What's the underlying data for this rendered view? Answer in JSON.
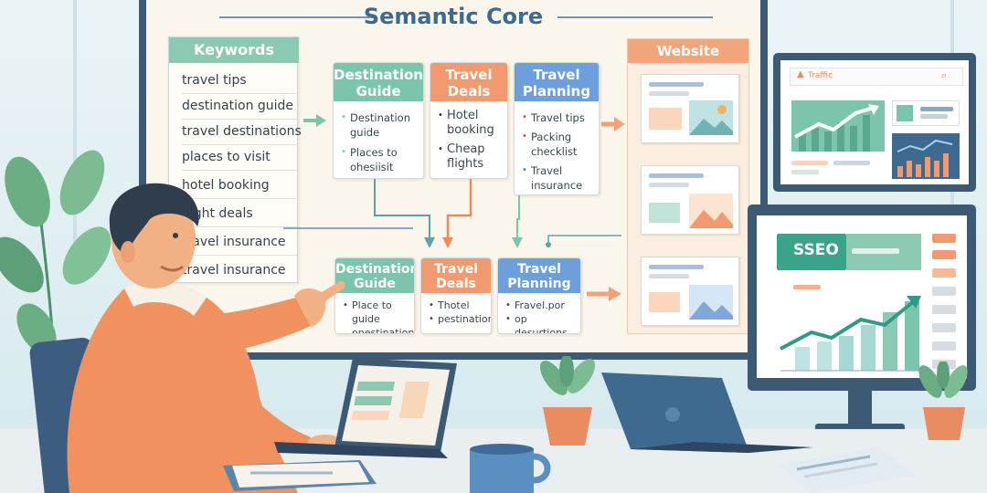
{
  "board": {
    "title": "Semantic Core",
    "keywords": {
      "heading": "Keywords",
      "items": [
        "travel tips",
        "destination guide",
        "travel destinations",
        "places to visit",
        "hotel booking",
        "flight deals",
        "travel insurance",
        "travel insurance"
      ]
    },
    "clusters_top": [
      {
        "title": "Destination Guide",
        "color": "#7cc5ad",
        "bullets": [
          "Destination guide",
          "Places to ohesiisit"
        ]
      },
      {
        "title": "Travel Deals",
        "color": "#f2996f",
        "bullets": [
          "Hotel booking",
          "Cheap flights"
        ]
      },
      {
        "title": "Travel Planning",
        "color": "#6d9fdc",
        "bullets": [
          "Travel tips",
          "Packing checklist",
          "Travel insurance"
        ]
      }
    ],
    "clusters_bottom": [
      {
        "title": "Destination Guide",
        "color": "#7cc5ad",
        "bullets": [
          "Place to guide",
          "opestinations"
        ]
      },
      {
        "title": "Travel Deals",
        "color": "#f2996f",
        "bullets": [
          "Thotel",
          "pestinations"
        ]
      },
      {
        "title": "Travel Planning",
        "color": "#6d9fdc",
        "bullets": [
          "Fravel.por",
          "op desurtions"
        ]
      }
    ],
    "website": {
      "heading": "Website"
    }
  },
  "monitor_right_top": {
    "label": "Traffic"
  },
  "monitor_right_bottom": {
    "label": "SSEO"
  },
  "colors": {
    "accent_green": "#7cc5ad",
    "accent_orange": "#f2996f",
    "accent_blue": "#6d9fdc",
    "frame": "#3c5a74"
  }
}
